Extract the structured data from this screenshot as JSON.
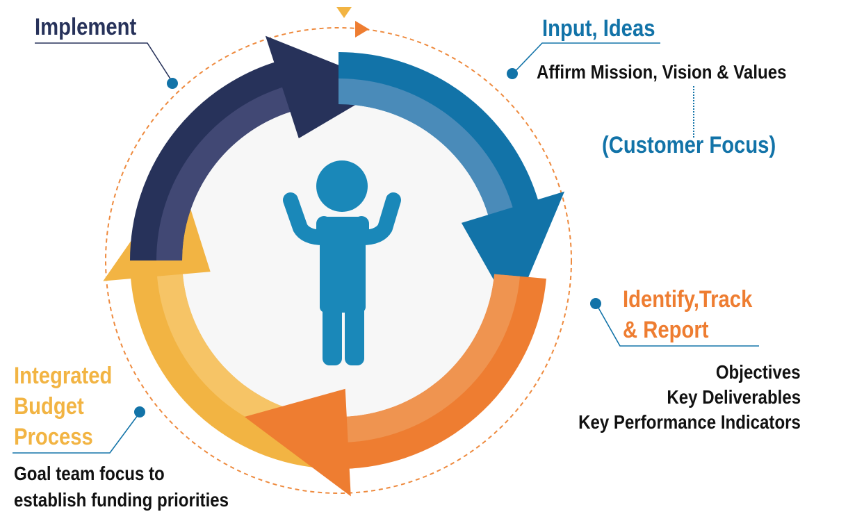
{
  "colors": {
    "navy": "#27325a",
    "navy_light": "#414874",
    "blue": "#1273a8",
    "blue_light": "#4a8bb9",
    "orange": "#ee7d31",
    "orange_light": "#ef9450",
    "yellow": "#f2b443",
    "yellow_light": "#f6c466",
    "figure": "#1a88b9",
    "guide": "#ee8a3e",
    "text": "#111111"
  },
  "icons": [
    "person-arms-raised-icon",
    "triangle-down-icon",
    "triangle-right-icon",
    "bullet-dot-icon"
  ],
  "implement": {
    "title": "Implement"
  },
  "input": {
    "title": "Input, Ideas",
    "line1": "Affirm Mission, Vision & Values",
    "line2": "(Customer Focus)"
  },
  "identify": {
    "title_line1": "Identify,Track",
    "title_line2": "& Report",
    "items": [
      "Objectives",
      "Key Deliverables",
      "Key Performance Indicators"
    ]
  },
  "budget": {
    "title_lines": [
      "Integrated",
      "Budget",
      "Process"
    ],
    "desc_lines": [
      "Goal team focus to",
      "establish funding priorities"
    ]
  }
}
